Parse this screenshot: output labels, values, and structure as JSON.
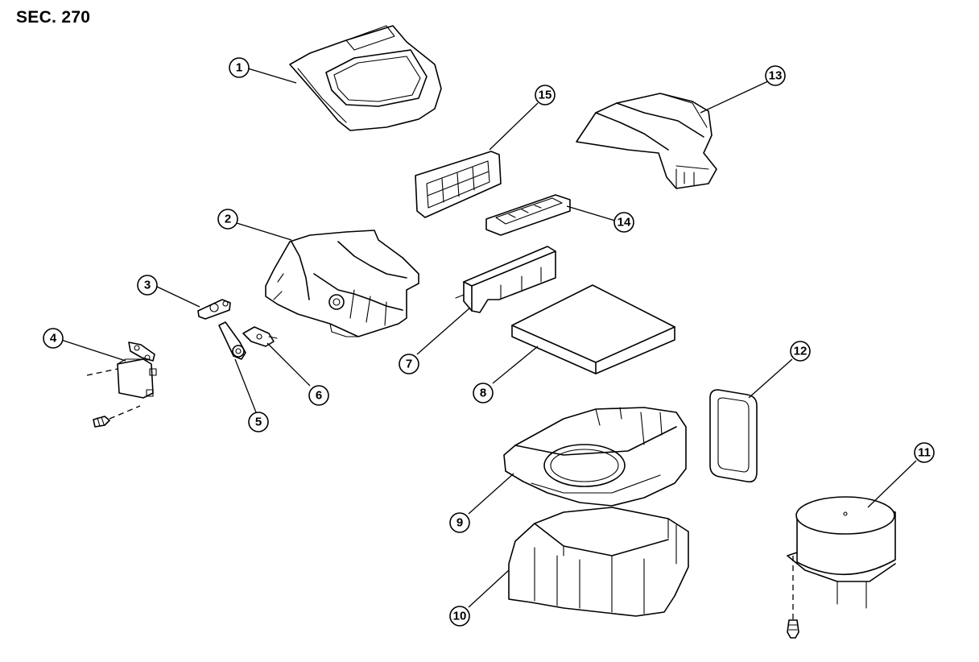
{
  "section_label": "SEC. 270",
  "callouts": [
    {
      "id": "c1",
      "label": "1"
    },
    {
      "id": "c2",
      "label": "2"
    },
    {
      "id": "c3",
      "label": "3"
    },
    {
      "id": "c4",
      "label": "4"
    },
    {
      "id": "c5",
      "label": "5"
    },
    {
      "id": "c6",
      "label": "6"
    },
    {
      "id": "c7",
      "label": "7"
    },
    {
      "id": "c8",
      "label": "8"
    },
    {
      "id": "c9",
      "label": "9"
    },
    {
      "id": "c10",
      "label": "10"
    },
    {
      "id": "c11",
      "label": "11"
    },
    {
      "id": "c12",
      "label": "12"
    },
    {
      "id": "c13",
      "label": "13"
    },
    {
      "id": "c14",
      "label": "14"
    },
    {
      "id": "c15",
      "label": "15"
    }
  ]
}
